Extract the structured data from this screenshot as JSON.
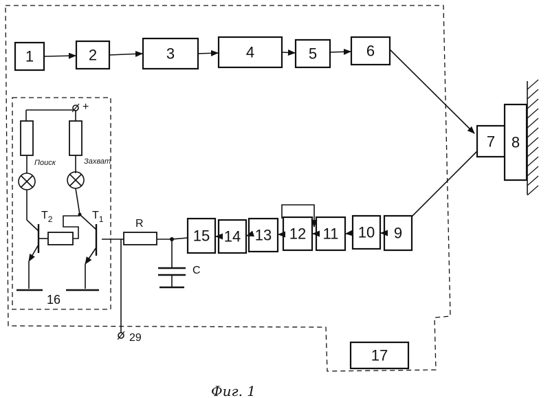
{
  "blocks": {
    "b1": "1",
    "b2": "2",
    "b3": "3",
    "b4": "4",
    "b5": "5",
    "b6": "6",
    "b7": "7",
    "b8": "8",
    "b9": "9",
    "b10": "10",
    "b11": "11",
    "b12": "12",
    "b13": "13",
    "b14": "14",
    "b15": "15",
    "b16": "16",
    "b17": "17"
  },
  "components": {
    "resistor_R": "R",
    "capacitor_C": "C",
    "transistor_T1": "T",
    "transistor_T1_sub": "1",
    "transistor_T2": "T",
    "transistor_T2_sub": "2",
    "lamp_search": "Поиск",
    "lamp_capture": "Захват",
    "plus_terminal": "+",
    "terminal_29": "29"
  },
  "caption": "Фиг. 1"
}
